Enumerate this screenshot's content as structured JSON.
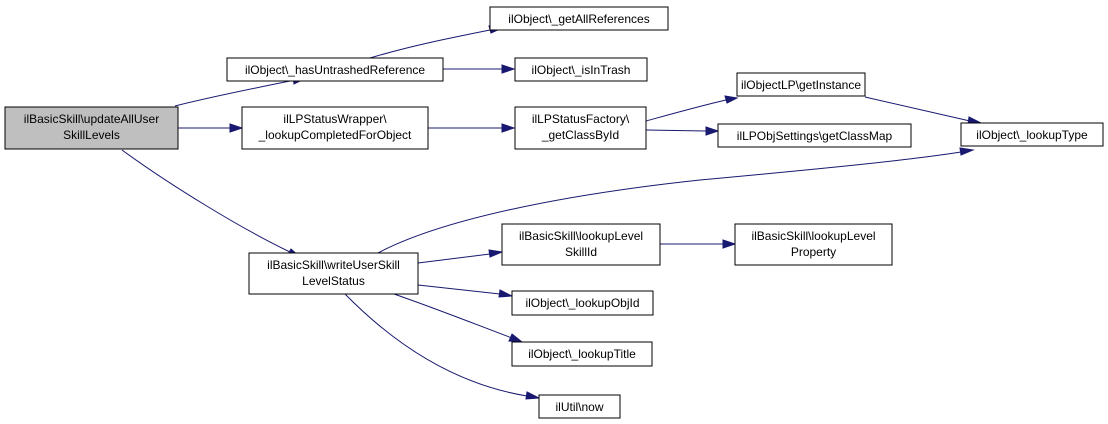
{
  "nodes": {
    "root": [
      "ilBasicSkill\\updateAllUser",
      "SkillLevels"
    ],
    "has_untrashed": [
      "ilObject\\_hasUntrashedReference"
    ],
    "get_all_refs": [
      "ilObject\\_getAllReferences"
    ],
    "is_in_trash": [
      "ilObject\\_isInTrash"
    ],
    "lp_status_wrapper": [
      "ilLPStatusWrapper\\",
      "_lookupCompletedForObject"
    ],
    "lp_status_factory": [
      "ilLPStatusFactory\\",
      "_getClassById"
    ],
    "object_lp_get_instance": [
      "ilObjectLP\\getInstance"
    ],
    "lp_obj_settings": [
      "ilLPObjSettings\\getClassMap"
    ],
    "lookup_type": [
      "ilObject\\_lookupType"
    ],
    "write_user_skill": [
      "ilBasicSkill\\writeUserSkill",
      "LevelStatus"
    ],
    "lookup_level_skill_id": [
      "ilBasicSkill\\lookupLevel",
      "SkillId"
    ],
    "lookup_level_property": [
      "ilBasicSkill\\lookupLevel",
      "Property"
    ],
    "lookup_obj_id": [
      "ilObject\\_lookupObjId"
    ],
    "lookup_title": [
      "ilObject\\_lookupTitle"
    ],
    "util_now": [
      "ilUtil\\now"
    ]
  }
}
